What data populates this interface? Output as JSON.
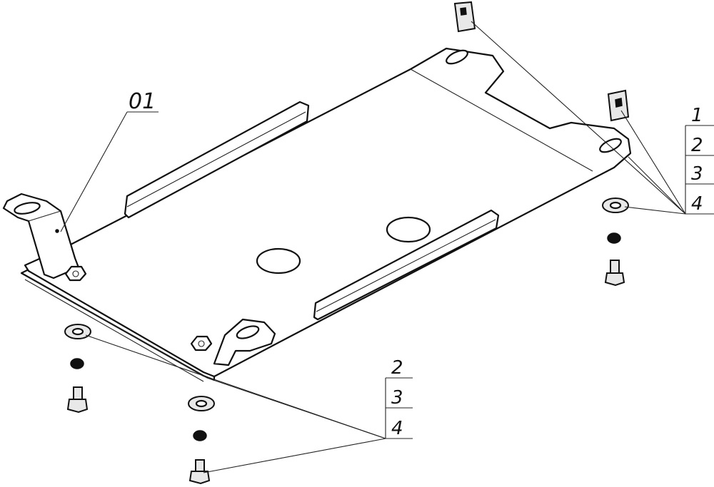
{
  "callouts": {
    "plate_label": "01",
    "right_stack": [
      "1",
      "2",
      "3",
      "4"
    ],
    "bottom_stack": [
      "2",
      "3",
      "4"
    ]
  }
}
